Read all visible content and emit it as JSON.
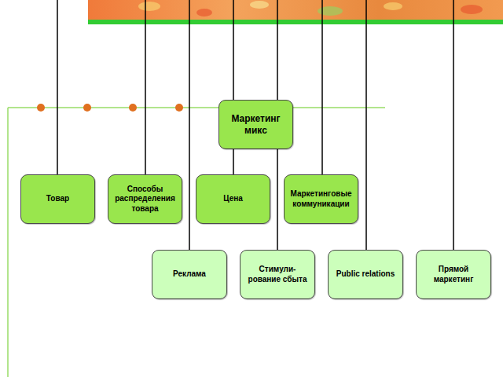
{
  "diagram": {
    "nodes": [
      {
        "text": [
          "Маркетинг микс"
        ]
      },
      {
        "text": [
          "Товар"
        ]
      },
      {
        "text": [
          "Способы распределения товара"
        ]
      },
      {
        "text": [
          "Цена"
        ]
      },
      {
        "text": [
          "Маркетинговые коммуникации"
        ]
      },
      {
        "text": [
          "Реклама"
        ]
      },
      {
        "text": [
          "Стимули- рование сбыта"
        ]
      },
      {
        "text": [
          "Public relations"
        ]
      },
      {
        "text": [
          "Прямой маркетинг"
        ]
      }
    ],
    "edges": [
      {
        "from": 0,
        "to": 3,
        "arrow": "none"
      },
      {
        "from": 0,
        "to": 6,
        "arrow": "none"
      }
    ]
  }
}
